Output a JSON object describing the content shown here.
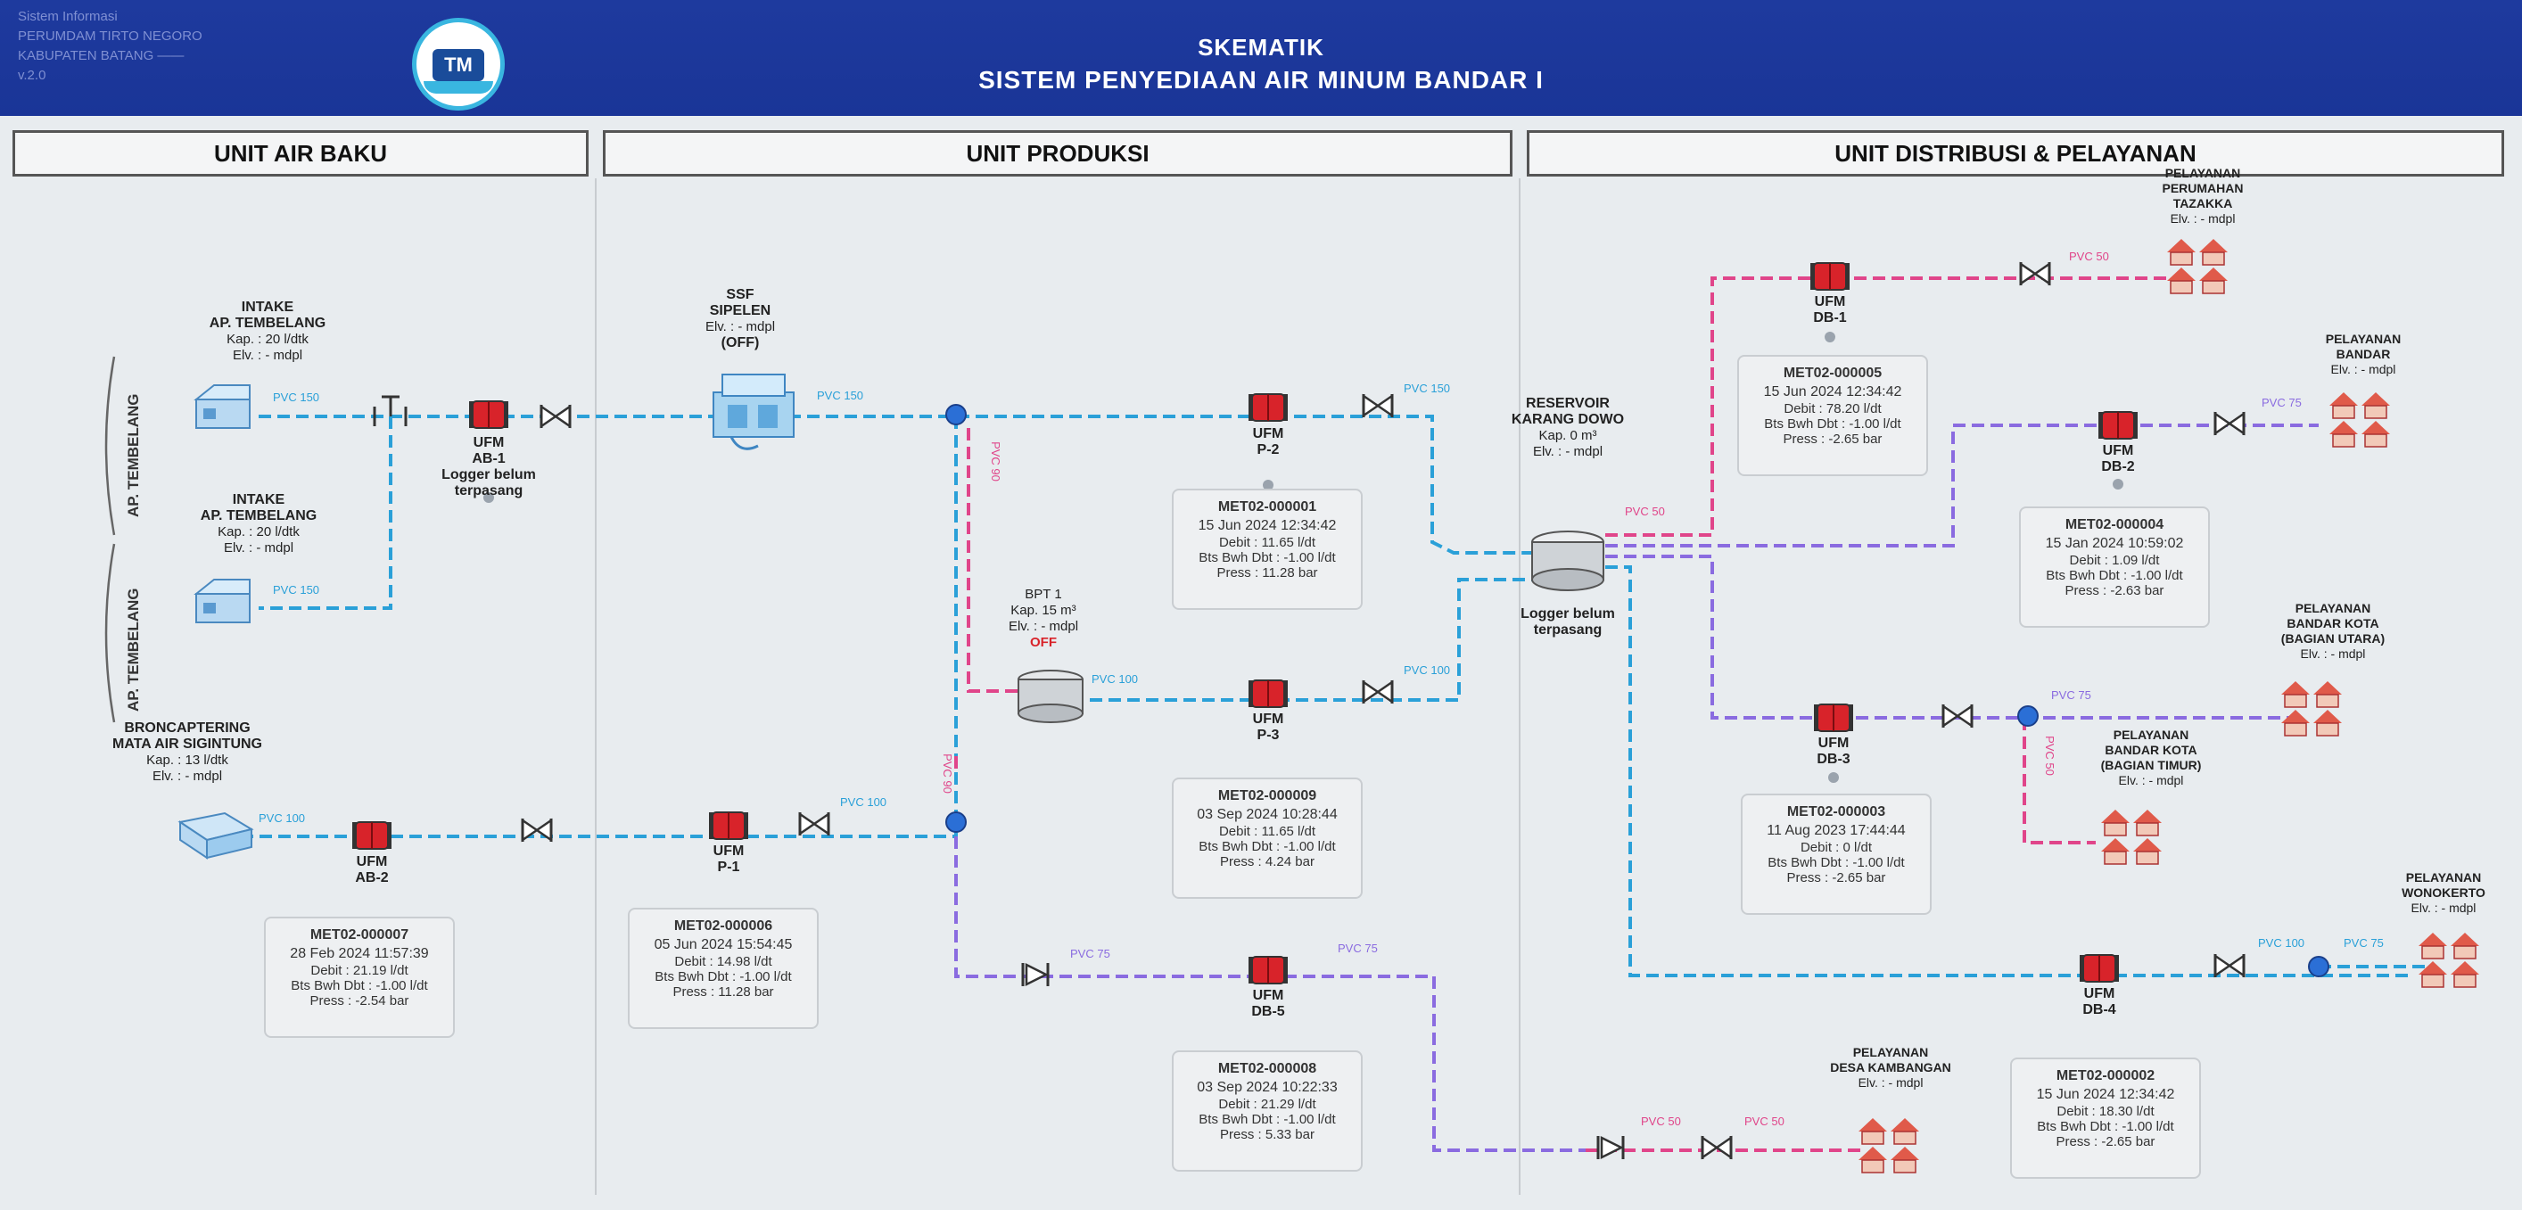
{
  "header": {
    "left_text_lines": [
      "Sistem Informasi",
      "PERUMDAM TIRTO NEGORO",
      "KABUPATEN BATANG ——",
      "v.2.0"
    ],
    "logo_text": "TM",
    "title": "SKEMATIK",
    "subtitle": "SISTEM PENYEDIAAN AIR MINUM BANDAR I"
  },
  "sections": {
    "air_baku": "UNIT AIR BAKU",
    "produksi": "UNIT PRODUKSI",
    "distribusi": "UNIT DISTRIBUSI & PELAYANAN"
  },
  "sources": {
    "ap_label_1": "AP. TEMBELANG",
    "ap_label_2": "AP. TEMBELANG",
    "intake1": {
      "name1": "INTAKE",
      "name2": "AP. TEMBELANG",
      "kap": "Kap. : 20 l/dtk",
      "elv": "Elv. : - mdpl"
    },
    "intake2": {
      "name1": "INTAKE",
      "name2": "AP. TEMBELANG",
      "kap": "Kap. : 20 l/dtk",
      "elv": "Elv. : - mdpl"
    },
    "bronc": {
      "name1": "BRONCAPTERING",
      "name2": "MATA AIR SIGINTUNG",
      "kap": "Kap. : 13 l/dtk",
      "elv": "Elv. : - mdpl"
    }
  },
  "plant": {
    "ssf": {
      "name1": "SSF",
      "name2": "SIPELEN",
      "elv": "Elv. : - mdpl",
      "status": "(OFF)"
    },
    "bpt": {
      "name": "BPT 1",
      "kap": "Kap. 15 m³",
      "elv": "Elv. : - mdpl",
      "status": "OFF"
    },
    "reservoir": {
      "name1": "RESERVOIR",
      "name2": "KARANG DOWO",
      "kap": "Kap. 0 m³",
      "elv": "Elv. : - mdpl",
      "logger1": "Logger belum",
      "logger2": "terpasang"
    }
  },
  "meters": {
    "ab1": {
      "ufm": "UFM",
      "code": "AB-1",
      "logger1": "Logger belum",
      "logger2": "terpasang"
    },
    "ab2": {
      "ufm": "UFM",
      "code": "AB-2"
    },
    "p1": {
      "ufm": "UFM",
      "code": "P-1"
    },
    "p2": {
      "ufm": "UFM",
      "code": "P-2"
    },
    "p3": {
      "ufm": "UFM",
      "code": "P-3"
    },
    "db1": {
      "ufm": "UFM",
      "code": "DB-1"
    },
    "db2": {
      "ufm": "UFM",
      "code": "DB-2"
    },
    "db3": {
      "ufm": "UFM",
      "code": "DB-3"
    },
    "db4": {
      "ufm": "UFM",
      "code": "DB-4"
    },
    "db5": {
      "ufm": "UFM",
      "code": "DB-5"
    }
  },
  "cards": {
    "c7": {
      "id": "MET02-000007",
      "ts": "28 Feb 2024 11:57:39",
      "debit": "Debit : 21.19 l/dt",
      "bts": "Bts Bwh Dbt : -1.00 l/dt",
      "press": "Press : -2.54 bar"
    },
    "c6": {
      "id": "MET02-000006",
      "ts": "05 Jun 2024 15:54:45",
      "debit": "Debit : 14.98 l/dt",
      "bts": "Bts Bwh Dbt : -1.00 l/dt",
      "press": "Press : 11.28 bar"
    },
    "c1": {
      "id": "MET02-000001",
      "ts": "15 Jun 2024 12:34:42",
      "debit": "Debit : 11.65 l/dt",
      "bts": "Bts Bwh Dbt : -1.00 l/dt",
      "press": "Press : 11.28 bar"
    },
    "c9": {
      "id": "MET02-000009",
      "ts": "03 Sep 2024 10:28:44",
      "debit": "Debit : 11.65 l/dt",
      "bts": "Bts Bwh Dbt : -1.00 l/dt",
      "press": "Press : 4.24 bar"
    },
    "c8": {
      "id": "MET02-000008",
      "ts": "03 Sep 2024 10:22:33",
      "debit": "Debit : 21.29 l/dt",
      "bts": "Bts Bwh Dbt : -1.00 l/dt",
      "press": "Press : 5.33 bar"
    },
    "c5": {
      "id": "MET02-000005",
      "ts": "15 Jun 2024 12:34:42",
      "debit": "Debit : 78.20 l/dt",
      "bts": "Bts Bwh Dbt : -1.00 l/dt",
      "press": "Press : -2.65 bar"
    },
    "c4": {
      "id": "MET02-000004",
      "ts": "15 Jan 2024 10:59:02",
      "debit": "Debit : 1.09 l/dt",
      "bts": "Bts Bwh Dbt : -1.00 l/dt",
      "press": "Press : -2.63 bar"
    },
    "c3": {
      "id": "MET02-000003",
      "ts": "11 Aug 2023 17:44:44",
      "debit": "Debit : 0 l/dt",
      "bts": "Bts Bwh Dbt : -1.00 l/dt",
      "press": "Press : -2.65 bar"
    },
    "c2": {
      "id": "MET02-000002",
      "ts": "15 Jun 2024 12:34:42",
      "debit": "Debit : 18.30 l/dt",
      "bts": "Bts Bwh Dbt : -1.00 l/dt",
      "press": "Press : -2.65 bar"
    }
  },
  "services": {
    "tazakka": {
      "l1": "PELAYANAN",
      "l2": "PERUMAHAN",
      "l3": "TAZAKKA",
      "elv": "Elv. : - mdpl"
    },
    "bandar": {
      "l1": "PELAYANAN",
      "l2": "BANDAR",
      "elv": "Elv. : - mdpl"
    },
    "kota_utara": {
      "l1": "PELAYANAN",
      "l2": "BANDAR KOTA",
      "l3": "(BAGIAN UTARA)",
      "elv": "Elv. : - mdpl"
    },
    "kota_timur": {
      "l1": "PELAYANAN",
      "l2": "BANDAR KOTA",
      "l3": "(BAGIAN TIMUR)",
      "elv": "Elv. : - mdpl"
    },
    "wonokerto": {
      "l1": "PELAYANAN",
      "l2": "WONOKERTO",
      "elv": "Elv. : - mdpl"
    },
    "kambangan": {
      "l1": "PELAYANAN",
      "l2": "DESA KAMBANGAN",
      "elv": "Elv. : - mdpl"
    }
  },
  "pipes": {
    "pvc150": "PVC 150",
    "pvc100": "PVC 100",
    "pvc90": "PVC 90",
    "pvc75": "PVC 75",
    "pvc50": "PVC 50"
  },
  "colors": {
    "header": "#1e3a9e",
    "pipe_blue": "#2aa0d8",
    "pipe_pink": "#e0458a",
    "pipe_violet": "#8a6be0",
    "meter_red": "#d8232a",
    "node_blue": "#2b6fd6"
  }
}
